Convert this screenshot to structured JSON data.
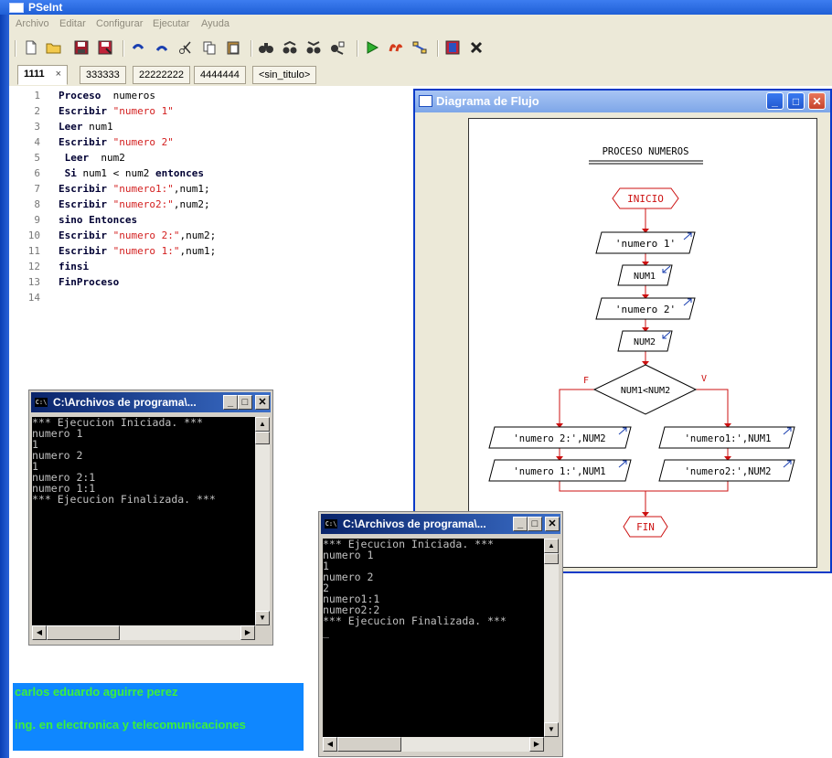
{
  "app": {
    "title": "PSeInt"
  },
  "menu": [
    "Archivo",
    "Editar",
    "Configurar",
    "Ejecutar",
    "Ayuda"
  ],
  "tabs": [
    {
      "label": "1111",
      "close": "×"
    },
    {
      "label": "333333"
    },
    {
      "label": "22222222"
    },
    {
      "label": "4444444"
    },
    {
      "label": "<sin_titulo>"
    }
  ],
  "editor": {
    "lines": [
      {
        "n": "1",
        "parts": [
          [
            "kw",
            "Proceso"
          ],
          [
            "var",
            "  numeros"
          ]
        ]
      },
      {
        "n": "2",
        "parts": [
          [
            "kw",
            "Escribir"
          ],
          [
            "var",
            " "
          ],
          [
            "str",
            "\"numero 1\""
          ]
        ]
      },
      {
        "n": "3",
        "parts": [
          [
            "kw",
            "Leer"
          ],
          [
            "var",
            " num1"
          ]
        ]
      },
      {
        "n": "4",
        "parts": [
          [
            "kw",
            "Escribir"
          ],
          [
            "var",
            " "
          ],
          [
            "str",
            "\"numero 2\""
          ]
        ]
      },
      {
        "n": "5",
        "parts": [
          [
            "var",
            " "
          ],
          [
            "kw",
            "Leer"
          ],
          [
            "var",
            "  num2"
          ]
        ]
      },
      {
        "n": "6",
        "parts": [
          [
            "var",
            " "
          ],
          [
            "kw",
            "Si"
          ],
          [
            "var",
            " num1 < num2 "
          ],
          [
            "kw",
            "entonces"
          ]
        ]
      },
      {
        "n": "7",
        "parts": [
          [
            "kw",
            "Escribir"
          ],
          [
            "var",
            " "
          ],
          [
            "str",
            "\"numero1:\""
          ],
          [
            "var",
            ",num1;"
          ]
        ]
      },
      {
        "n": "8",
        "parts": [
          [
            "kw",
            "Escribir"
          ],
          [
            "var",
            " "
          ],
          [
            "str",
            "\"numero2:\""
          ],
          [
            "var",
            ",num2;"
          ]
        ]
      },
      {
        "n": "9",
        "parts": [
          [
            "kw",
            "sino Entonces"
          ]
        ]
      },
      {
        "n": "10",
        "parts": [
          [
            "kw",
            "Escribir"
          ],
          [
            "var",
            " "
          ],
          [
            "str",
            "\"numero 2:\""
          ],
          [
            "var",
            ",num2;"
          ]
        ]
      },
      {
        "n": "11",
        "parts": [
          [
            "kw",
            "Escribir"
          ],
          [
            "var",
            " "
          ],
          [
            "str",
            "\"numero 1:\""
          ],
          [
            "var",
            ",num1;"
          ]
        ]
      },
      {
        "n": "12",
        "parts": [
          [
            "kw",
            "finsi"
          ]
        ]
      },
      {
        "n": "13",
        "parts": [
          [
            "kw",
            "FinProceso"
          ]
        ]
      },
      {
        "n": "14",
        "parts": []
      }
    ]
  },
  "flow": {
    "window_title": "Diagrama de Flujo",
    "heading": "PROCESO NUMEROS",
    "start": "INICIO",
    "out1": "'numero 1'",
    "in1": "NUM1",
    "out2": "'numero 2'",
    "in2": "NUM2",
    "cond": "NUM1<NUM2",
    "false_label": "F",
    "true_label": "V",
    "f_out1": "'numero 2:',NUM2",
    "f_out2": "'numero 1:',NUM1",
    "t_out1": "'numero1:',NUM1",
    "t_out2": "'numero2:',NUM2",
    "end": "FIN"
  },
  "console1": {
    "title": "C:\\Archivos de programa\\...",
    "icon": "C:\\",
    "lines": [
      "*** Ejecucion Iniciada. ***",
      "numero 1",
      "1",
      "numero 2",
      "1",
      "numero 2:1",
      "numero 1:1",
      "*** Ejecucion Finalizada. ***"
    ]
  },
  "console2": {
    "title": "C:\\Archivos de programa\\...",
    "icon": "C:\\",
    "lines": [
      "*** Ejecucion Iniciada. ***",
      "numero 1",
      "1",
      "numero 2",
      "2",
      "numero1:1",
      "numero2:2",
      "*** Ejecucion Finalizada. ***",
      "_"
    ]
  },
  "author": {
    "name": "carlos eduardo aguirre perez",
    "degree": "ing. en electronica y telecomunicaciones"
  },
  "colors": {
    "flow_red": "#cc1111",
    "name_bg": "#0f87ff",
    "name_fg": "#3cf03c"
  }
}
